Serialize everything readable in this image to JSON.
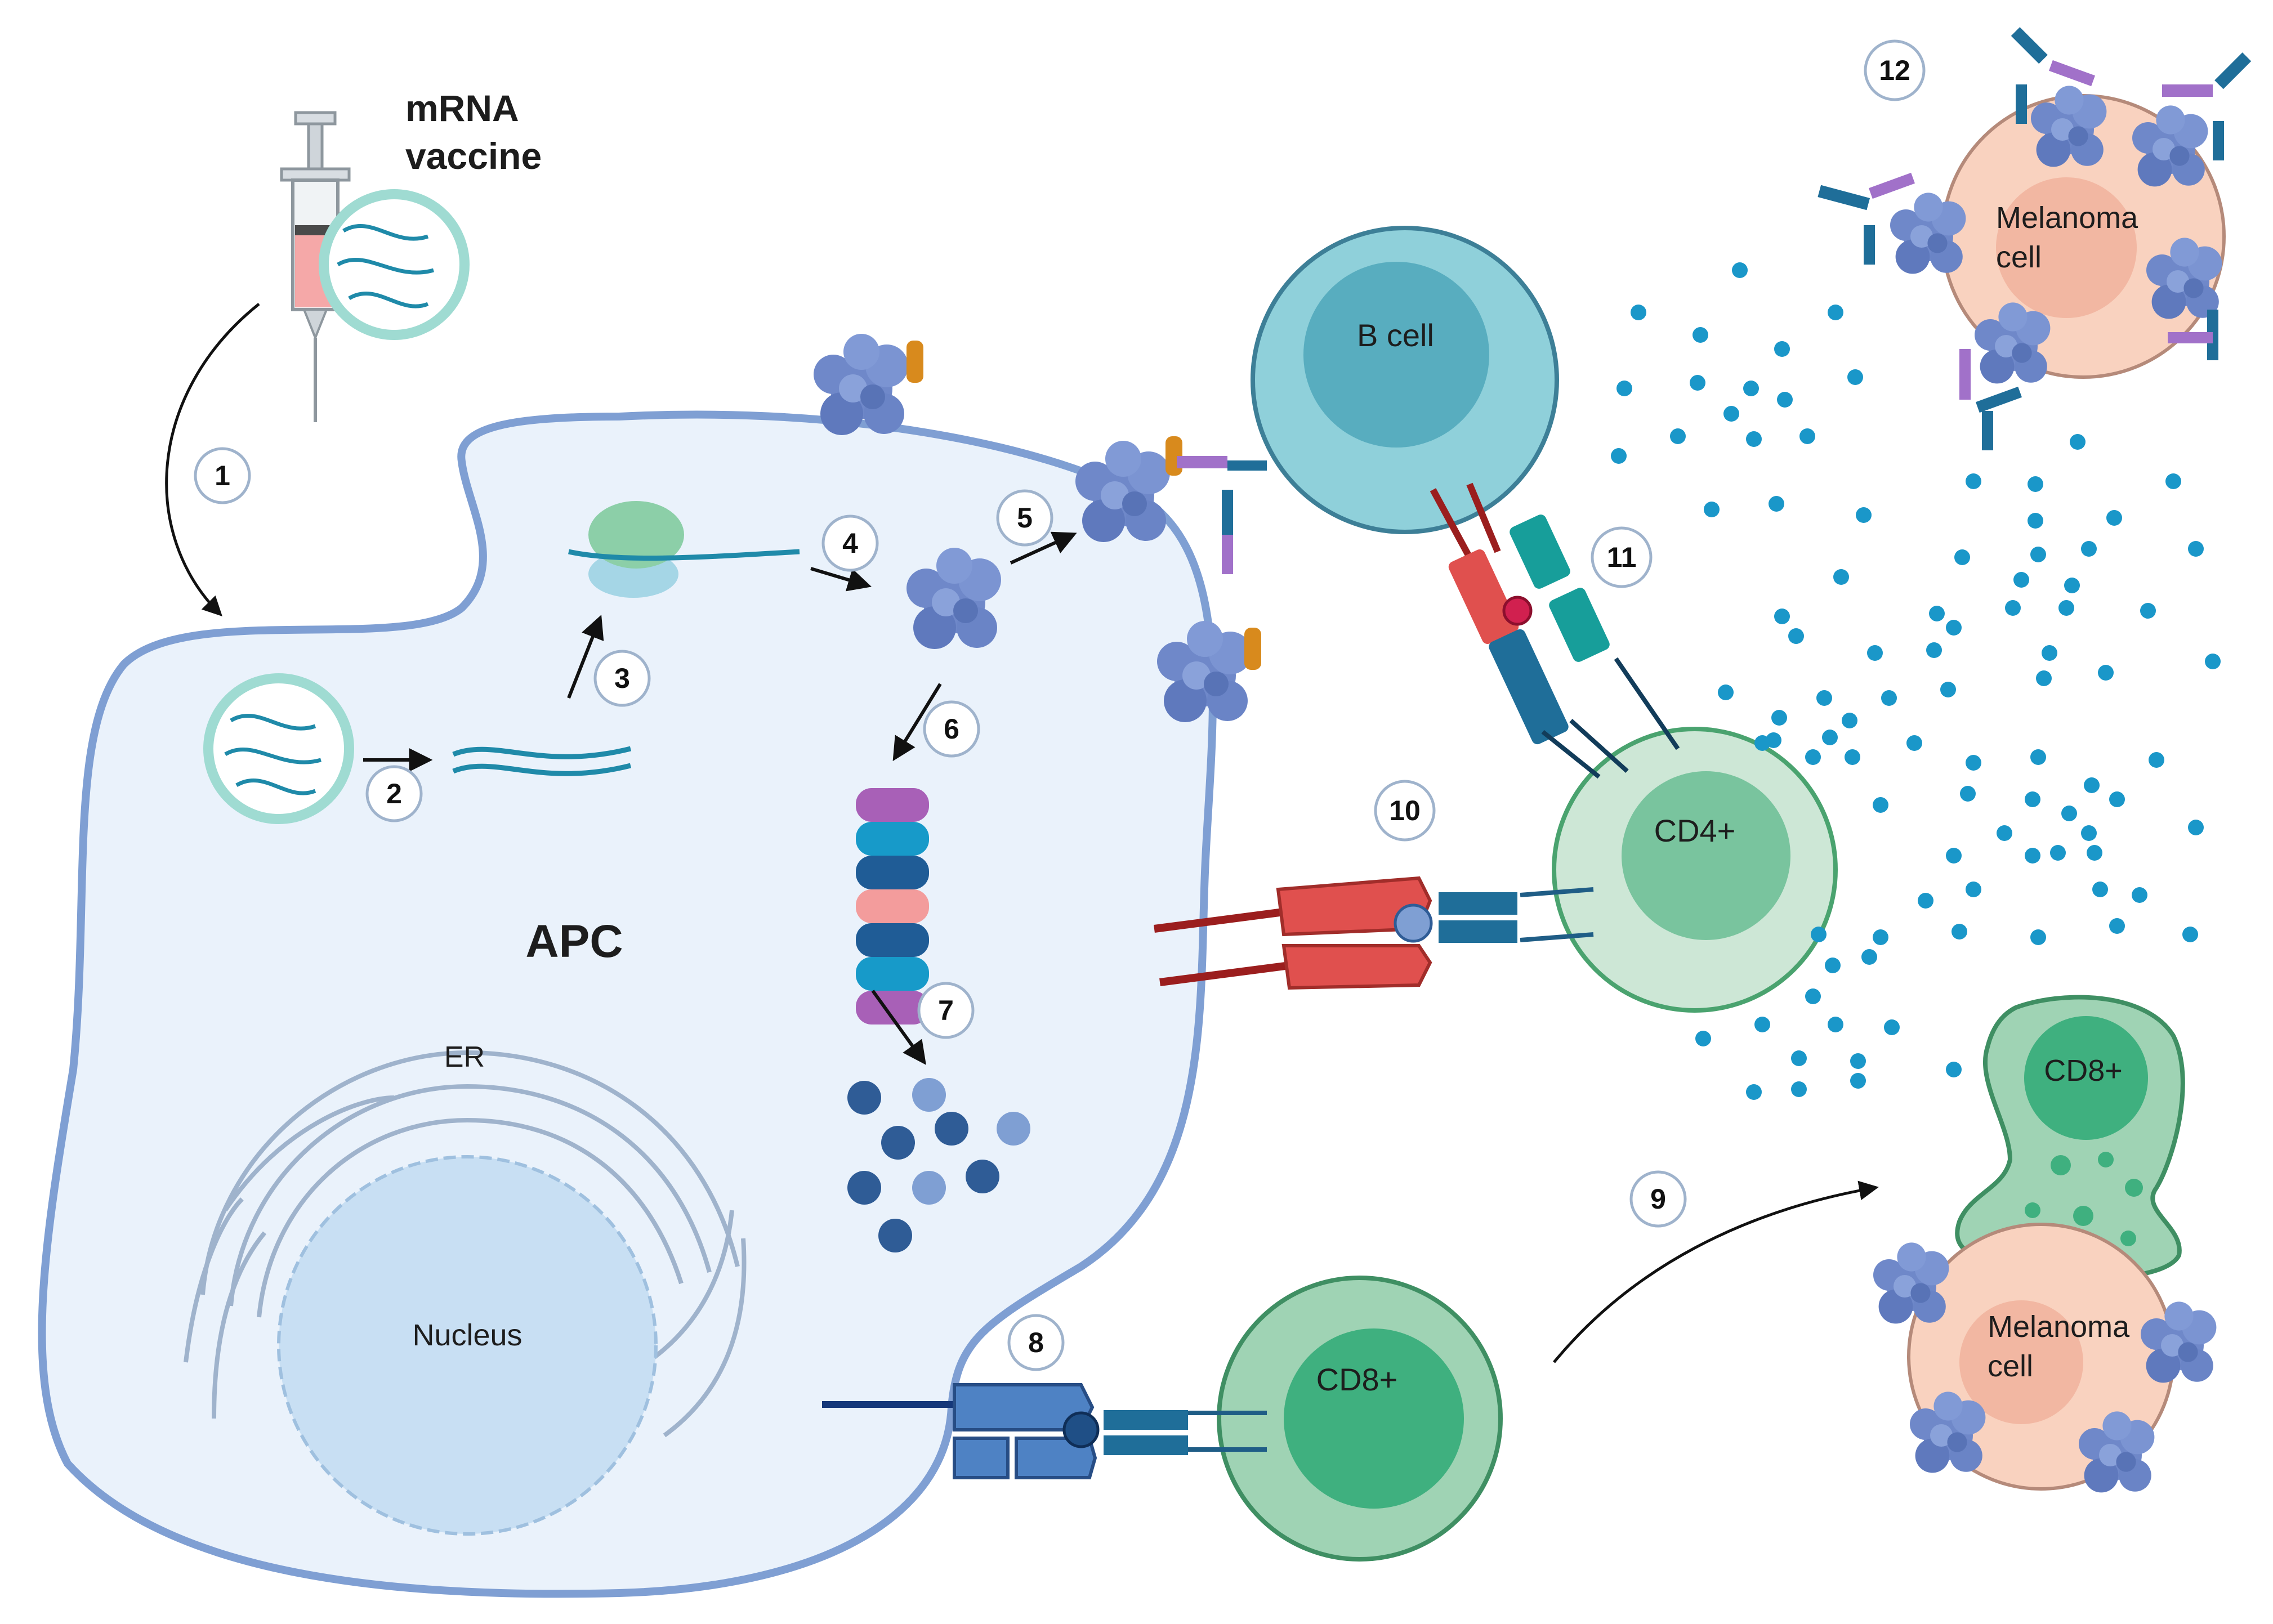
{
  "labels": {
    "vaccine_line1": "mRNA",
    "vaccine_line2": "vaccine",
    "apc": "APC",
    "er": "ER",
    "nucleus": "Nucleus",
    "b_cell": "B cell",
    "cd4": "CD4+",
    "cd8_bottom": "CD8+",
    "cd8_right": "CD8+",
    "melanoma_top_line1": "Melanoma",
    "melanoma_top_line2": "cell",
    "melanoma_bottom_line1": "Melanoma",
    "melanoma_bottom_line2": "cell"
  },
  "steps": [
    "1",
    "2",
    "3",
    "4",
    "5",
    "6",
    "7",
    "8",
    "9",
    "10",
    "11",
    "12"
  ],
  "colors": {
    "apc_fill": "#eaf2fb",
    "apc_stroke": "#7f9fd3",
    "b_cell_outer": "#8fd0da",
    "b_cell_inner": "#58adbf",
    "cd4_outer": "#cde7d6",
    "cd4_inner": "#79c49e",
    "cd8_outer": "#9fd3b4",
    "cd8_inner": "#3fb07f",
    "melanoma_outer": "#f9d2bf",
    "melanoma_inner": "#f2b7a2",
    "antigen_protein": "#6f88c9",
    "mhc_red": "#e0504e",
    "tcr_blue": "#1f6e99",
    "cytokine_dots": "#1a97c9"
  }
}
